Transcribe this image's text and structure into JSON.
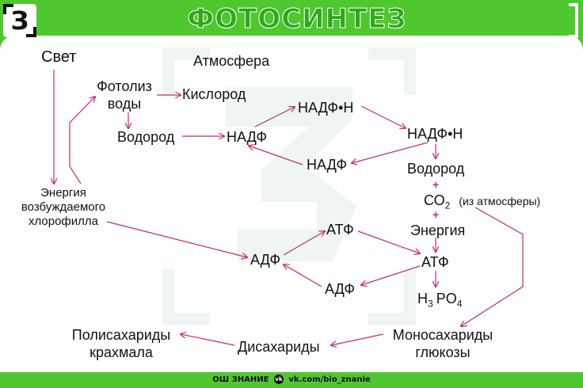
{
  "header": {
    "title": "ФОТОСИНТЕЗ",
    "logo_glyph": "З"
  },
  "nodes": {
    "svet": "Свет",
    "atmosfera": "Атмосфера",
    "fotoliz_1": "Фотолиз",
    "fotoliz_2": "воды",
    "kislorod": "Кислород",
    "vodorod_1": "Водород",
    "nadf_1": "НАДФ",
    "nadfh_1": "НАДФ•Н",
    "nadfh_2": "НАДФ•Н",
    "nadf_2": "НАДФ",
    "vodorod_2": "Водород",
    "co2_main": "СО",
    "co2_sub": "2",
    "co2_note": "(из атмосферы)",
    "energia": "Энергия",
    "energia_hl_1": "Энергия",
    "energia_hl_2": "возбуждаемого",
    "energia_hl_3": "хлорофилла",
    "atf_1": "АТФ",
    "adf_1": "АДФ",
    "atf_2": "АТФ",
    "adf_2": "АДФ",
    "h3po4_h": "H",
    "h3po4_3": "3",
    "h3po4_po": "PO",
    "h3po4_4": "4",
    "polisaharidy_1": "Полисахариды",
    "polisaharidy_2": "крахмала",
    "disaharidy": "Дисахариды",
    "monosaharidy_1": "Моносахариды",
    "monosaharidy_2": "глюкозы",
    "plus_1": "+",
    "plus_2": "+"
  },
  "footer": {
    "school": "ОШ ЗНАНИЕ",
    "vk_icon": "vk",
    "link": "vk.com/bio_znanie"
  },
  "colors": {
    "accent_green": "#4fc72f",
    "title_green": "#2fa81a",
    "arrow_color": "#c4287a",
    "watermark": "#eef5f3"
  }
}
